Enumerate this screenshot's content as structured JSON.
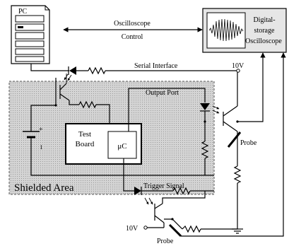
{
  "labels": {
    "pc": "PC",
    "osc_control_line1": "Oscilloscope",
    "osc_control_line2": "Control",
    "dso_line1": "Digital-",
    "dso_line2": "storage",
    "dso_line3": "Oscilloscope",
    "serial_interface": "Serial Interface",
    "supply_top": "10V",
    "output_port": "Output Port",
    "battery_plus": "+",
    "battery_minus": "I",
    "test_board_line1": "Test",
    "test_board_line2": "Board",
    "mcu": "μC",
    "probe_right": "Probe",
    "shielded_area": "Shielded Area",
    "trigger_signal": "Trigger Signal",
    "supply_bottom": "10V",
    "probe_bottom": "Probe"
  }
}
